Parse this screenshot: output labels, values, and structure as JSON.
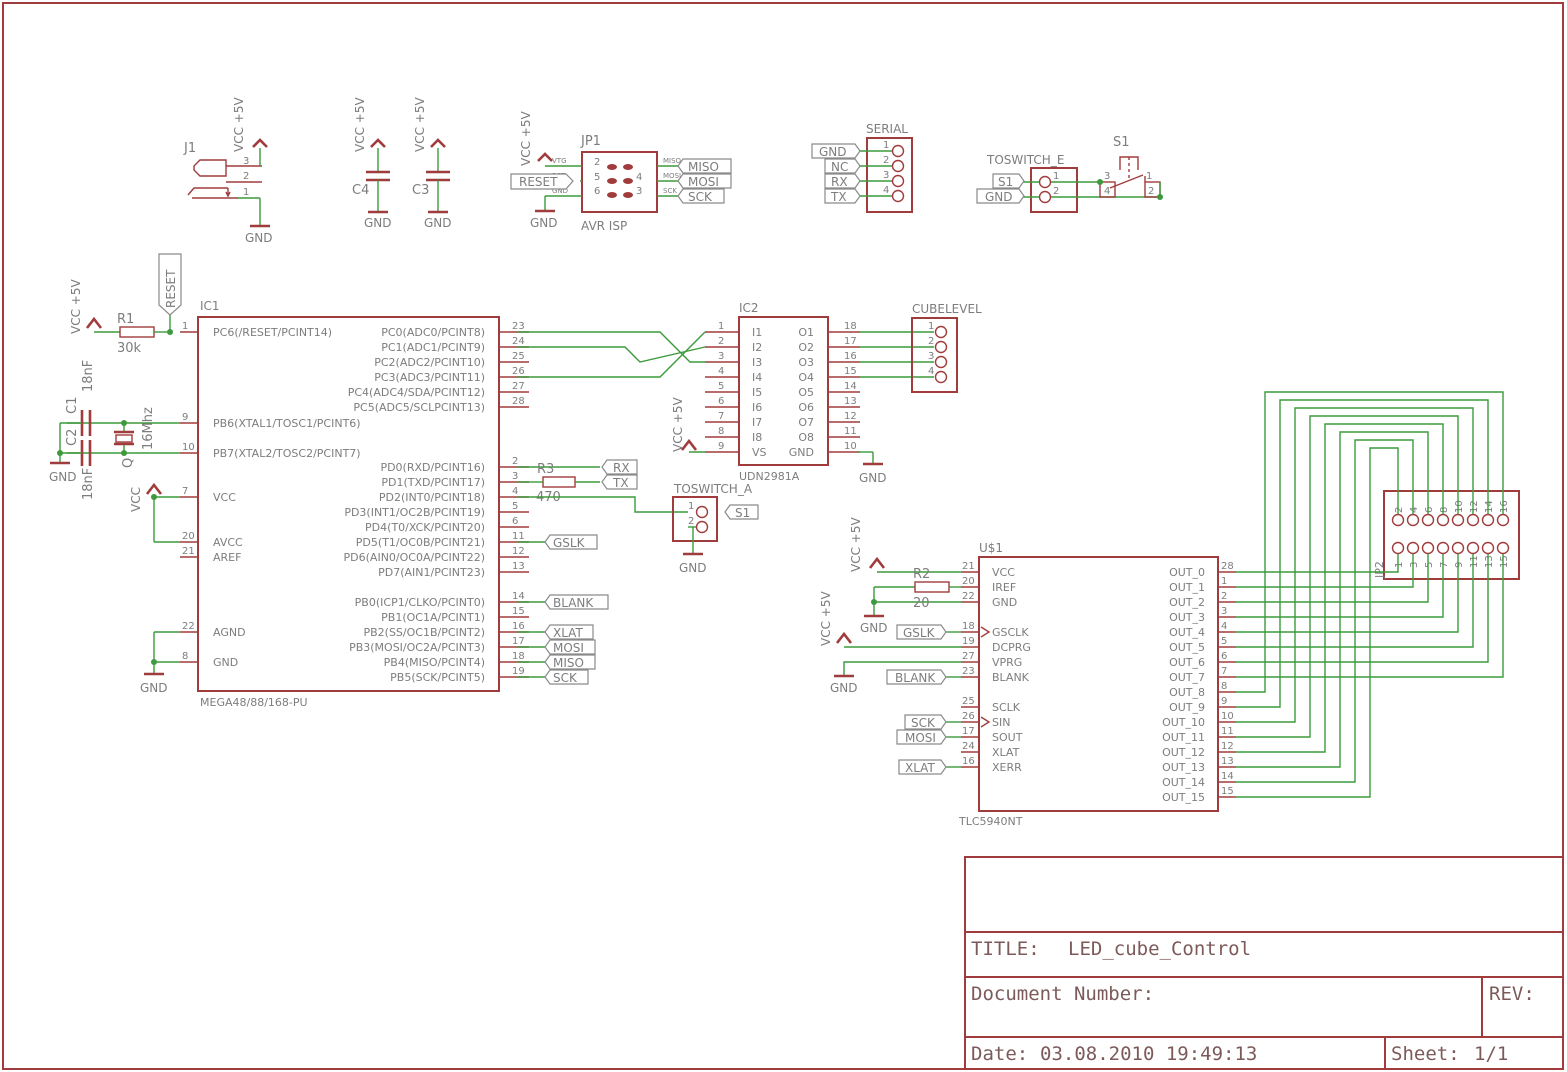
{
  "title_block": {
    "title_label": "TITLE:",
    "title_value": "LED_cube_Control",
    "docnum_label": "Document Number:",
    "rev_label": "REV:",
    "date_label": "Date:",
    "date_value": "03.08.2010 19:49:13",
    "sheet_label": "Sheet:",
    "sheet_value": "1/1"
  },
  "supply": {
    "vcc5": "VCC +5V",
    "vcc": "VCC",
    "gnd": "GND"
  },
  "parts": {
    "j1": "J1",
    "c4": "C4",
    "c3": "C3",
    "jp1": "JP1",
    "jp1_value": "AVR ISP",
    "serial": "SERIAL",
    "toswitch_e": "TOSWITCH_E",
    "s1": "S1",
    "ic1": "IC1",
    "ic1_value": "MEGA48/88/168-PU",
    "ic2": "IC2",
    "ic2_value": "UDN2981A",
    "cubelevel": "CUBELEVEL",
    "r1": "R1",
    "r1_value": "30k",
    "r2": "R2",
    "r2_value": "20",
    "r3": "R3",
    "r3_value": "470",
    "c1": "C1",
    "c1_value": "18nF",
    "c2": "C2",
    "c2_value": "18nF",
    "q": "Q",
    "q_value": "16Mhz",
    "toswitch_a": "TOSWITCH_A",
    "u1": "U$1",
    "u1_value": "TLC5940NT",
    "jp2": "JP2"
  },
  "net_labels": {
    "reset": "RESET",
    "miso": "MISO",
    "mosi": "MOSI",
    "sck": "SCK",
    "gnd": "GND",
    "nc": "NC",
    "rx": "RX",
    "tx": "TX",
    "s1": "S1",
    "gslk": "GSLK",
    "blank": "BLANK",
    "xlat": "XLAT"
  },
  "isp_pins": [
    "VTG",
    "RST",
    "GND",
    "MISO",
    "MOSI",
    "SCK"
  ],
  "ic1_left_pins": [
    {
      "num": "1",
      "name": "PC6(/RESET/PCINT14)"
    },
    {
      "num": "9",
      "name": "PB6(XTAL1/TOSC1/PCINT6)"
    },
    {
      "num": "10",
      "name": "PB7(XTAL2/TOSC2/PCINT7)"
    },
    {
      "num": "7",
      "name": "VCC"
    },
    {
      "num": "20",
      "name": "AVCC"
    },
    {
      "num": "21",
      "name": "AREF"
    },
    {
      "num": "22",
      "name": "AGND"
    },
    {
      "num": "8",
      "name": "GND"
    }
  ],
  "ic1_right_pins": [
    {
      "num": "23",
      "name": "PC0(ADC0/PCINT8)"
    },
    {
      "num": "24",
      "name": "PC1(ADC1/PCINT9)"
    },
    {
      "num": "25",
      "name": "PC2(ADC2/PCINT10)"
    },
    {
      "num": "26",
      "name": "PC3(ADC3/PCINT11)"
    },
    {
      "num": "27",
      "name": "PC4(ADC4/SDA/PCINT12)"
    },
    {
      "num": "28",
      "name": "PC5(ADC5/SCLPCINT13)"
    },
    {
      "num": "2",
      "name": "PD0(RXD/PCINT16)"
    },
    {
      "num": "3",
      "name": "PD1(TXD/PCINT17)"
    },
    {
      "num": "4",
      "name": "PD2(INT0/PCINT18)"
    },
    {
      "num": "5",
      "name": "PD3(INT1/OC2B/PCINT19)"
    },
    {
      "num": "6",
      "name": "PD4(T0/XCK/PCINT20)"
    },
    {
      "num": "11",
      "name": "PD5(T1/OC0B/PCINT21)"
    },
    {
      "num": "12",
      "name": "PD6(AIN0/OC0A/PCINT22)"
    },
    {
      "num": "13",
      "name": "PD7(AIN1/PCINT23)"
    },
    {
      "num": "14",
      "name": "PB0(ICP1/CLKO/PCINT0)"
    },
    {
      "num": "15",
      "name": "PB1(OC1A/PCINT1)"
    },
    {
      "num": "16",
      "name": "PB2(SS/OC1B/PCINT2)"
    },
    {
      "num": "17",
      "name": "PB3(MOSI/OC2A/PCINT3)"
    },
    {
      "num": "18",
      "name": "PB4(MISO/PCINT4)"
    },
    {
      "num": "19",
      "name": "PB5(SCK/PCINT5)"
    }
  ],
  "ic2_left_pins": [
    {
      "num": "1",
      "name": "I1"
    },
    {
      "num": "2",
      "name": "I2"
    },
    {
      "num": "3",
      "name": "I3"
    },
    {
      "num": "4",
      "name": "I4"
    },
    {
      "num": "5",
      "name": "I5"
    },
    {
      "num": "6",
      "name": "I6"
    },
    {
      "num": "7",
      "name": "I7"
    },
    {
      "num": "8",
      "name": "I8"
    },
    {
      "num": "9",
      "name": "VS"
    }
  ],
  "ic2_right_pins": [
    {
      "num": "18",
      "name": "O1"
    },
    {
      "num": "17",
      "name": "O2"
    },
    {
      "num": "16",
      "name": "O3"
    },
    {
      "num": "15",
      "name": "O4"
    },
    {
      "num": "14",
      "name": "O5"
    },
    {
      "num": "13",
      "name": "O6"
    },
    {
      "num": "12",
      "name": "O7"
    },
    {
      "num": "11",
      "name": "O8"
    },
    {
      "num": "10",
      "name": "GND"
    }
  ],
  "u1_left_pins": [
    {
      "num": "21",
      "name": "VCC"
    },
    {
      "num": "20",
      "name": "IREF"
    },
    {
      "num": "22",
      "name": "GND"
    },
    {
      "num": "18",
      "name": "GSCLK"
    },
    {
      "num": "19",
      "name": "DCPRG"
    },
    {
      "num": "27",
      "name": "VPRG"
    },
    {
      "num": "23",
      "name": "BLANK"
    },
    {
      "num": "25",
      "name": "SCLK"
    },
    {
      "num": "26",
      "name": "SIN"
    },
    {
      "num": "17",
      "name": "SOUT"
    },
    {
      "num": "24",
      "name": "XLAT"
    },
    {
      "num": "16",
      "name": "XERR"
    }
  ],
  "u1_right_pins": [
    {
      "num": "28",
      "name": "OUT_0"
    },
    {
      "num": "1",
      "name": "OUT_1"
    },
    {
      "num": "2",
      "name": "OUT_2"
    },
    {
      "num": "3",
      "name": "OUT_3"
    },
    {
      "num": "4",
      "name": "OUT_4"
    },
    {
      "num": "5",
      "name": "OUT_5"
    },
    {
      "num": "6",
      "name": "OUT_6"
    },
    {
      "num": "7",
      "name": "OUT_7"
    },
    {
      "num": "8",
      "name": "OUT_8"
    },
    {
      "num": "9",
      "name": "OUT_9"
    },
    {
      "num": "10",
      "name": "OUT_10"
    },
    {
      "num": "11",
      "name": "OUT_11"
    },
    {
      "num": "12",
      "name": "OUT_12"
    },
    {
      "num": "13",
      "name": "OUT_13"
    },
    {
      "num": "14",
      "name": "OUT_14"
    },
    {
      "num": "15",
      "name": "OUT_15"
    }
  ],
  "jp2_top_pins": [
    "2",
    "4",
    "6",
    "8",
    "10",
    "12",
    "14",
    "16"
  ],
  "jp2_bottom_pins": [
    "1",
    "3",
    "5",
    "7",
    "9",
    "11",
    "13",
    "15"
  ],
  "header_pins": {
    "j1": [
      "3",
      "2",
      "1"
    ],
    "serial": [
      "1",
      "2",
      "3",
      "4"
    ],
    "cubelevel": [
      "1",
      "2",
      "3",
      "4"
    ],
    "toswitch": [
      "1",
      "2"
    ],
    "s1": [
      "3",
      "4",
      "1",
      "2"
    ],
    "isp": [
      "2",
      "5",
      "6",
      "4",
      "3"
    ]
  },
  "colors": {
    "wire": "#3c9a3c",
    "part": "#a03c3c",
    "text": "#7d7d7d",
    "label": "#8a8a8a"
  }
}
